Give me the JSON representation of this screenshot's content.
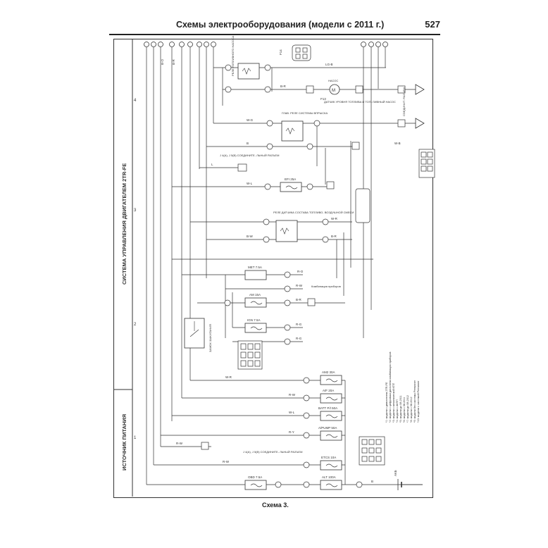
{
  "header": {
    "title": "Схемы электрооборудования (модели с 2011 г.)",
    "page_number": "527"
  },
  "sections": {
    "engine_control": "СИСТЕМА УПРАВЛЕНИЯ ДВИГАТЕЛЕМ 2TR-FE",
    "power_source": "ИСТОЧНИК ПИТАНИЯ"
  },
  "grid_numbers": [
    "4",
    "3",
    "2",
    "1"
  ],
  "fuses": [
    "MET 7.5A",
    "AM 15A",
    "IGN 7.5A",
    "AM2 30A",
    "A/F 20A",
    "BATT P/I 50A",
    "A/PUMP 50A",
    "ETCS 10A",
    "ALT 100A",
    "OBD 7.5A",
    "EFI 25A"
  ],
  "labels": {
    "fuel_pump_relay": "РЕЛЕ ТОПЛИВНОГО НАСОСА",
    "main_relay": "ГЛАВ. РЕЛЕ СИСТЕМЫ ВПРЫСКА",
    "pump": "НАСОС",
    "fuel_sensor": "ДАТЧИК УРОВНЯ ТОПЛИВА И ТОП- ЛИВНЫЙ НАСОС",
    "connector_j": "J 4(A), J 5(B) СОЕДИНИТЕ- ЛЬНЫЙ РАЗЪЕМ",
    "af_sensor_relay": "РЕЛЕ ДАТЧИКА СОСТАВА ТОПЛИВО- ВОЗДУШНОЙ СМЕСИ",
    "instrument_cluster": "Комбинация приборов",
    "ignition_switch": "ЗАМОК ЗАЖИГАНИЯ",
    "connector_j2": "J 4(A), J 5(B) СОЕДИНИТЕ- ЛЬНЫЙ РАЗЪЕМ",
    "joint_connector": "СОЕДИНИТ. РАЗЪЕМ",
    "battery": "АКБ",
    "f14": "F14",
    "f13": "F13"
  },
  "wire_labels": [
    "B-O",
    "B-R",
    "LG-B",
    "B-R",
    "W-G",
    "B",
    "W-B",
    "L",
    "W-L",
    "B-W",
    "B-R",
    "W-R",
    "R-O",
    "R-W",
    "B-R",
    "R-G",
    "R-G",
    "W-R",
    "R-W",
    "W-L",
    "R-Y",
    "R-W",
    "R-W",
    "B"
  ],
  "notes": [
    "*1: модели с двигателем 2TR-FE",
    "*2: модели с цифровым дисплеем комбинации приборов",
    "*3: модели с механической КПП",
    "*4: модели с АКПП",
    "*5: модели до 08.2011",
    "*6: модели с 08.2011",
    "*7: модели до 08.2012",
    "*8: модели с 08.2012",
    "*9: модели без системы Prerunner",
    "*10: модели с системой Prerunner"
  ],
  "caption": "Схема 3."
}
